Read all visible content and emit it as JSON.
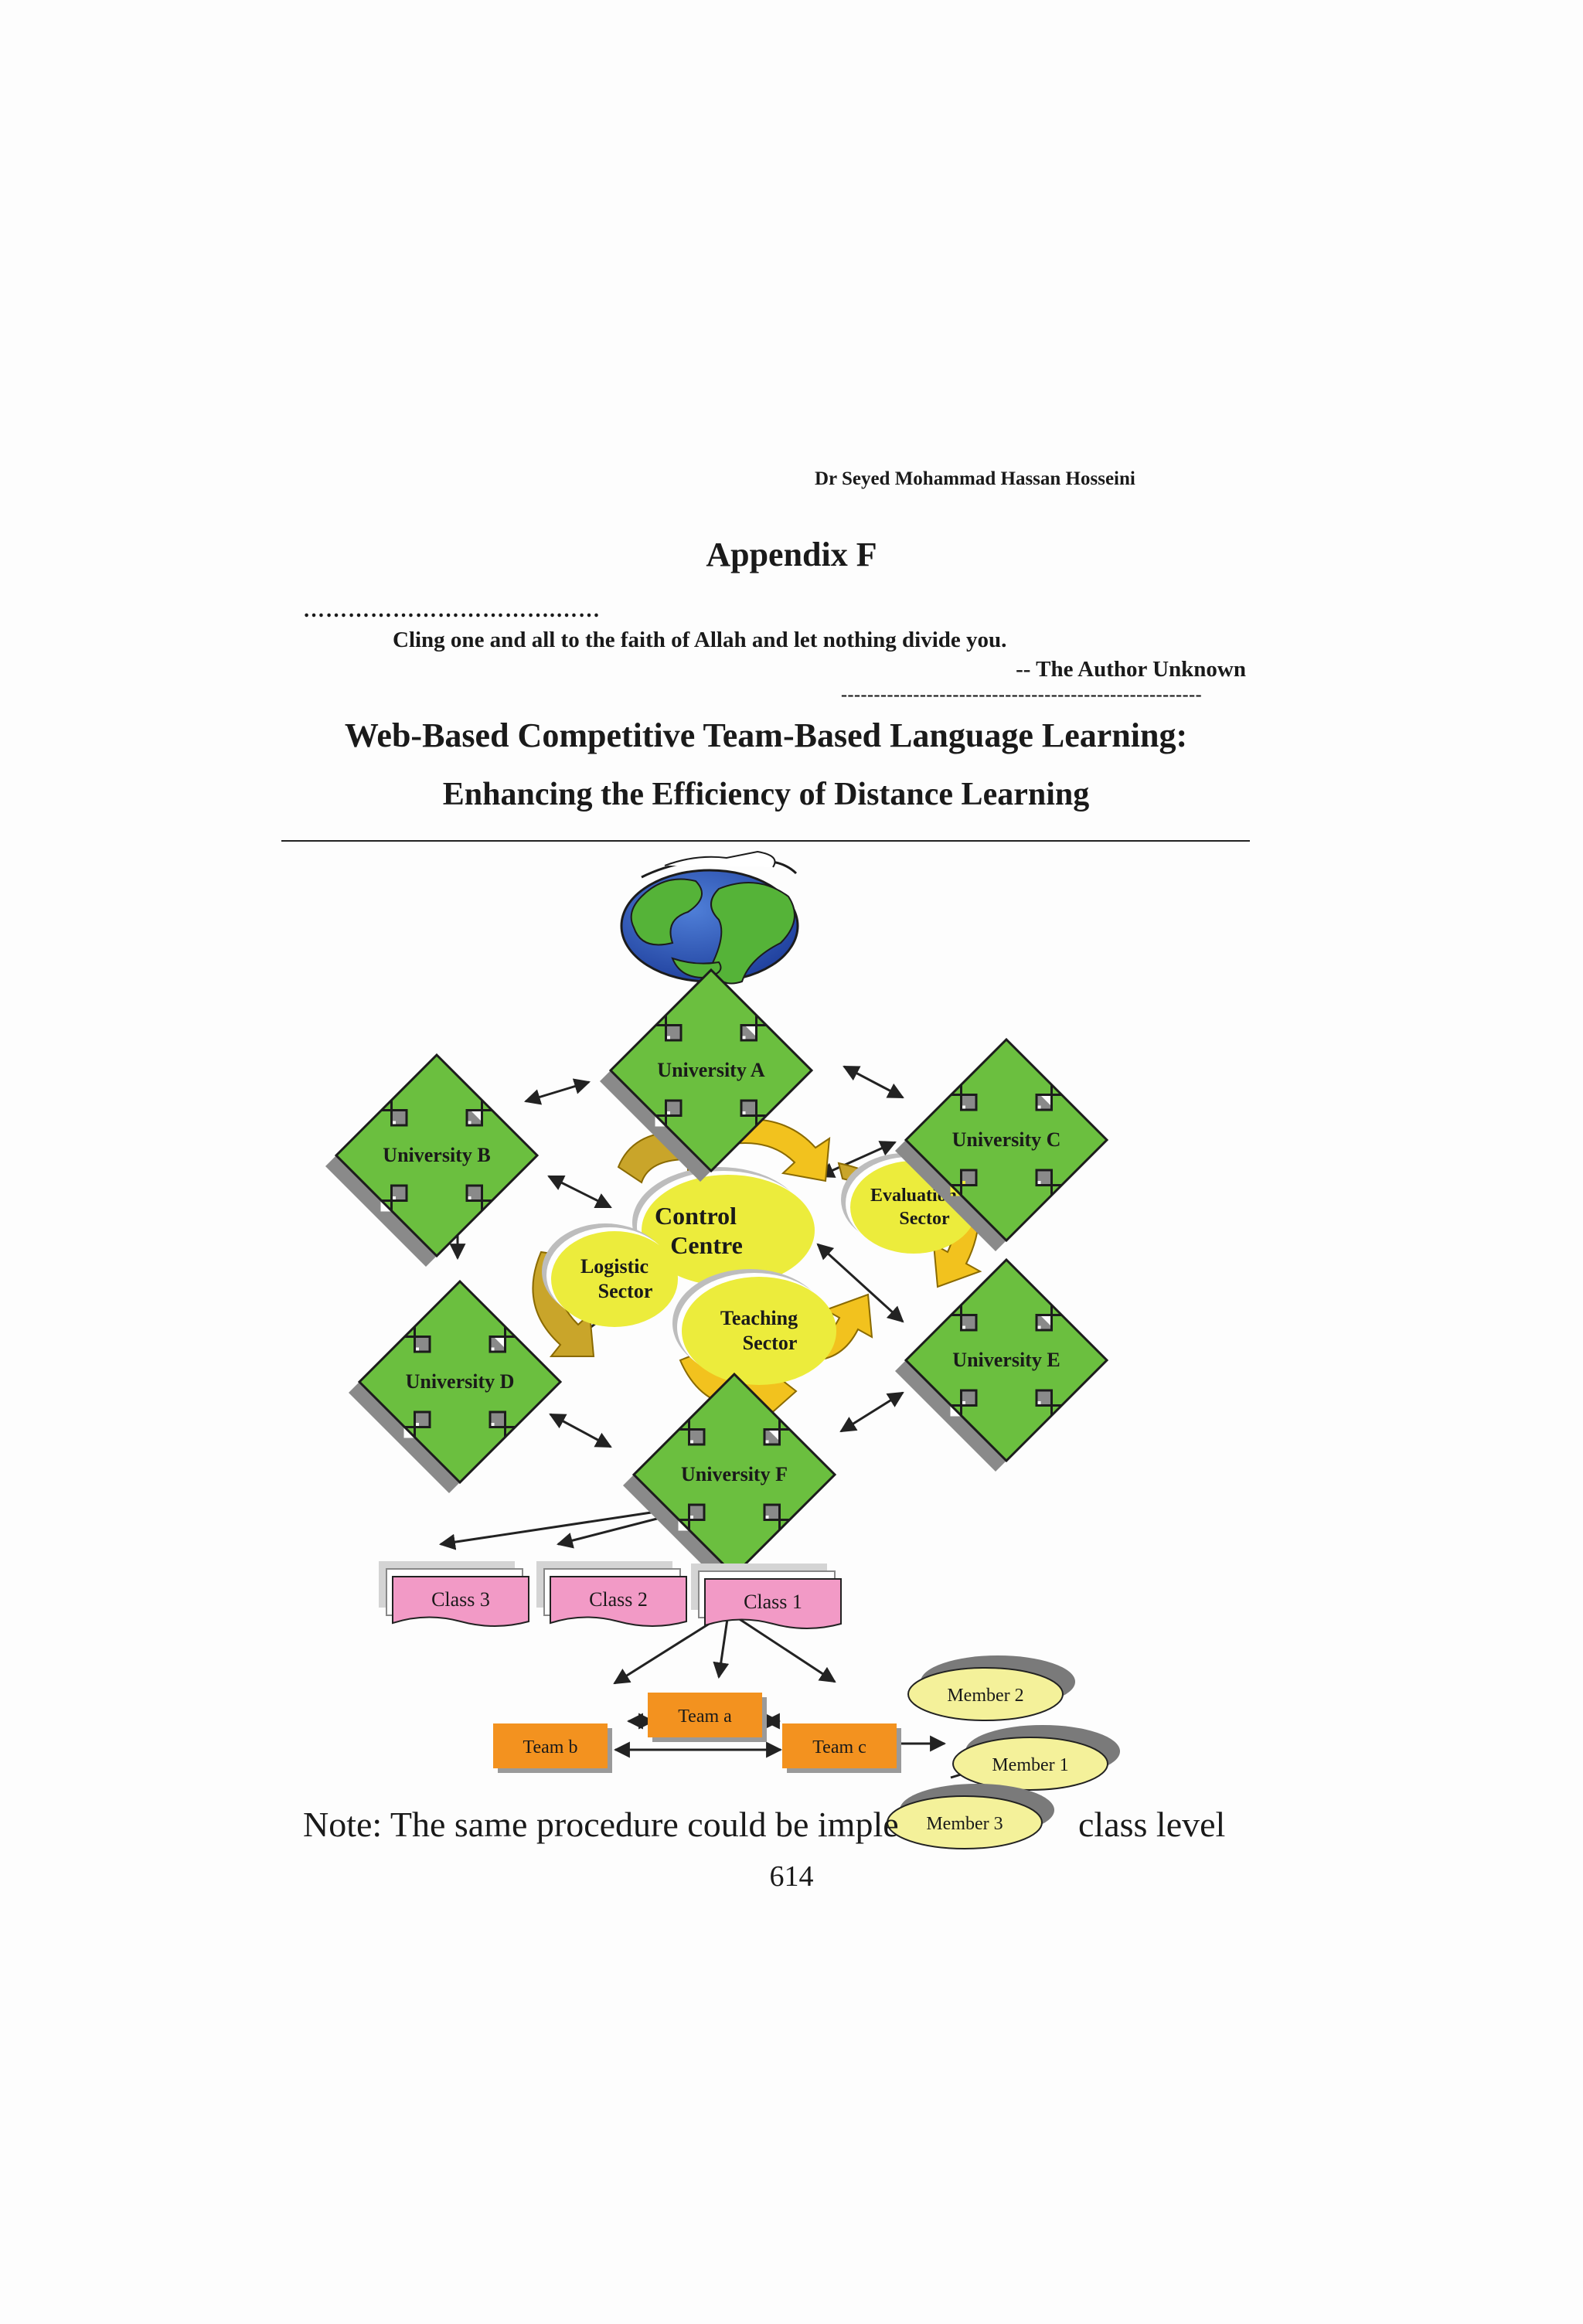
{
  "header": {
    "author": "Dr Seyed Mohammad Hassan Hosseini",
    "appendix": "Appendix F",
    "dots": "…………………………….……",
    "quote": "Cling one and all to the faith of Allah and let nothing divide you.",
    "attribution": "-- The Author Unknown",
    "dashes": "-------------------------------------------------------"
  },
  "title": {
    "line1": "Web-Based Competitive Team-Based Language Learning:",
    "line2": "Enhancing the Efficiency of Distance Learning"
  },
  "diagram": {
    "universities": [
      "University A",
      "University B",
      "University C",
      "University D",
      "University E",
      "University F"
    ],
    "control_centre": [
      "Control",
      "Centre"
    ],
    "evaluation": [
      "Evaluation",
      "Sector"
    ],
    "logistic": [
      "Logistic",
      "Sector"
    ],
    "teaching": [
      "Teaching",
      "Sector"
    ],
    "classes": [
      "Class 3",
      "Class 2",
      "Class 1"
    ],
    "teams": [
      "Team a",
      "Team b",
      "Team c"
    ],
    "members": [
      "Member 2",
      "Member 1",
      "Member 3"
    ],
    "colors": {
      "green": "#6bbf3f",
      "gray": "#8a8a8a",
      "yellow": "#ecec3c",
      "gold": "#f2c21e",
      "pink": "#f29ac6",
      "orange": "#f3921f",
      "pale_yellow": "#f4f19a"
    }
  },
  "note": "Note: The same procedure could be imple",
  "note_tail": "class level",
  "page_number": "614"
}
